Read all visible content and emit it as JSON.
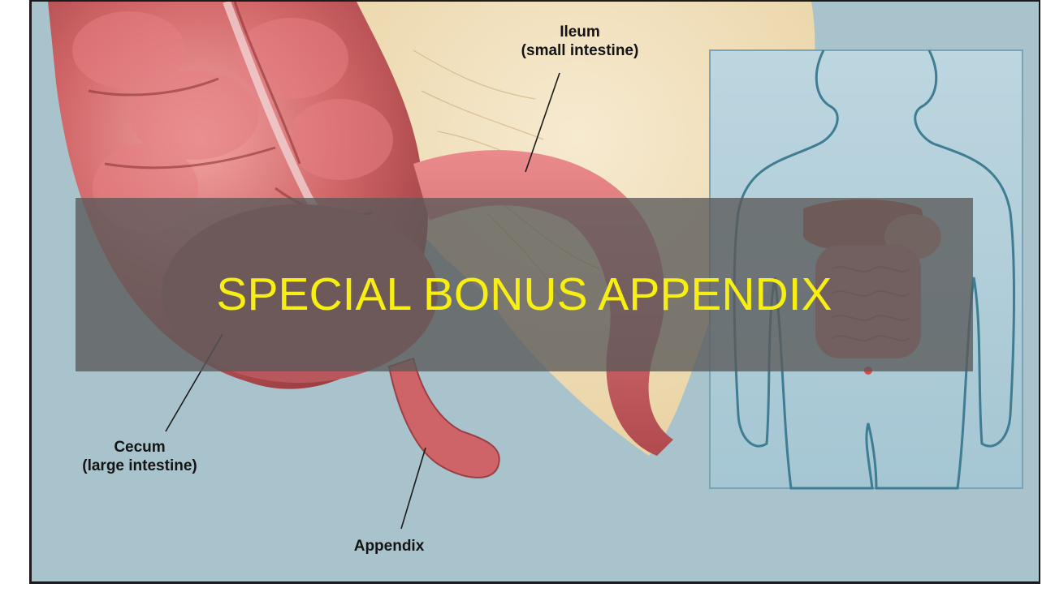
{
  "slide": {
    "banner_text": "SPECIAL BONUS APPENDIX"
  },
  "illustration": {
    "labels": {
      "ileum_line1": "Ileum",
      "ileum_line2": "(small intestine)",
      "cecum_line1": "Cecum",
      "cecum_line2": "(large intestine)",
      "appendix": "Appendix"
    },
    "colors": {
      "background": "#a9c3cc",
      "intestine": "#c8575b",
      "fat_tissue": "#f3e2bd",
      "banner_text": "#f7ef13",
      "banner_overlay": "#5a5a5a"
    }
  }
}
